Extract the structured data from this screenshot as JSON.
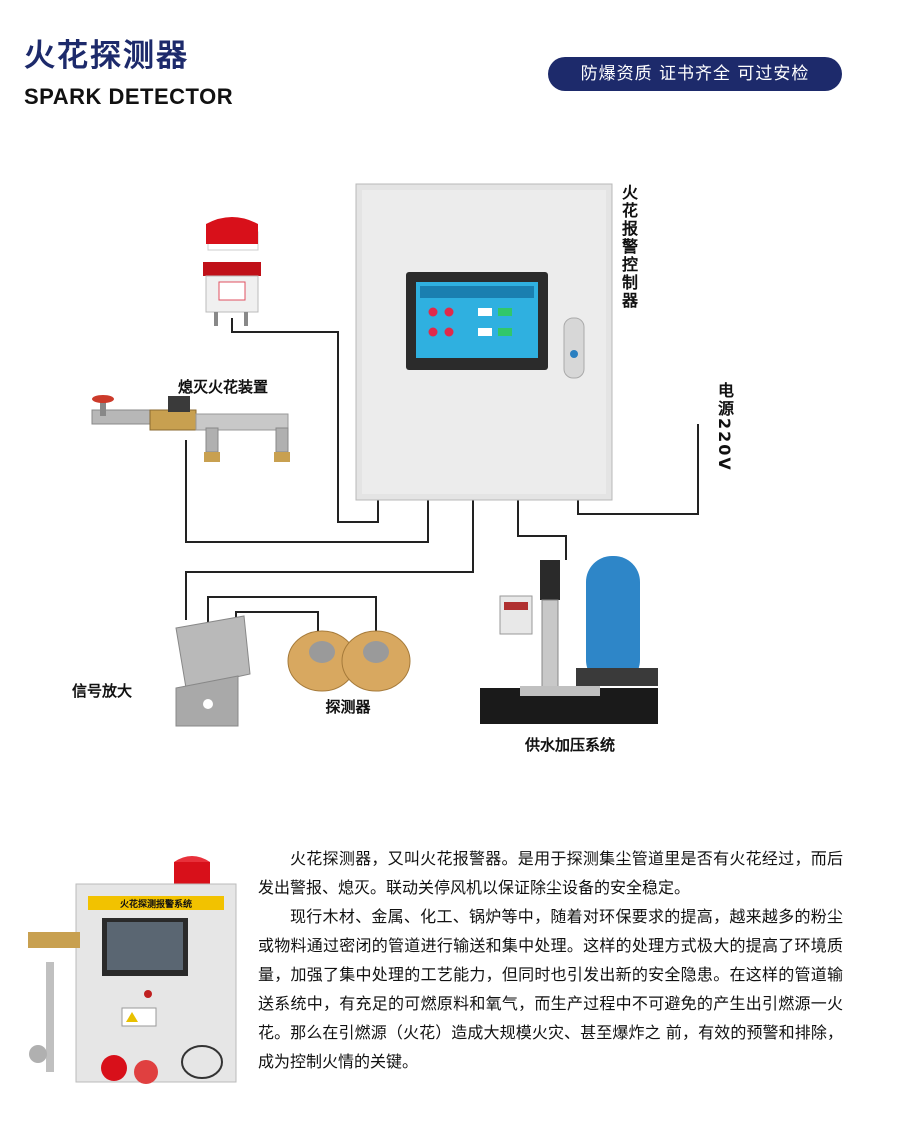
{
  "header": {
    "title": "火花探测器",
    "subtitle": "SPARK DETECTOR",
    "badge": "防爆资质  证书齐全  可过安检"
  },
  "diagram": {
    "controller_label": "火花报警控制器",
    "power_label": "电源220V",
    "extinguisher_label": "熄灭火花装置",
    "amplifier_label": "信号放大",
    "detector_label": "探测器",
    "pump_label": "供水加压系统",
    "product_panel_text": "火花探测报警系统"
  },
  "description": {
    "paragraphs": [
      "火花探测器，又叫火花报警器。是用于探测集尘管道里是否有火花经过，而后发出警报、熄灭。联动关停风机以保证除尘设备的安全稳定。",
      "现行木材、金属、化工、锅炉等中，随着对环保要求的提高，越来越多的粉尘或物料通过密闭的管道进行输送和集中处理。这样的处理方式极大的提高了环境质量，加强了集中处理的工艺能力，但同时也引发出新的安全隐患。在这样的管道输送系统中，有充足的可燃原料和氧气，而生产过程中不可避免的产生出引燃源一火花。那么在引燃源（火花）造成大规模火灾、甚至爆炸之 前，有效的预警和排除，成为控制火情的关键。"
    ]
  },
  "colors": {
    "brand": "#1d2a6b",
    "alarm_red": "#d8101a",
    "pump_blue": "#2e86c8",
    "brass": "#d8a860"
  }
}
